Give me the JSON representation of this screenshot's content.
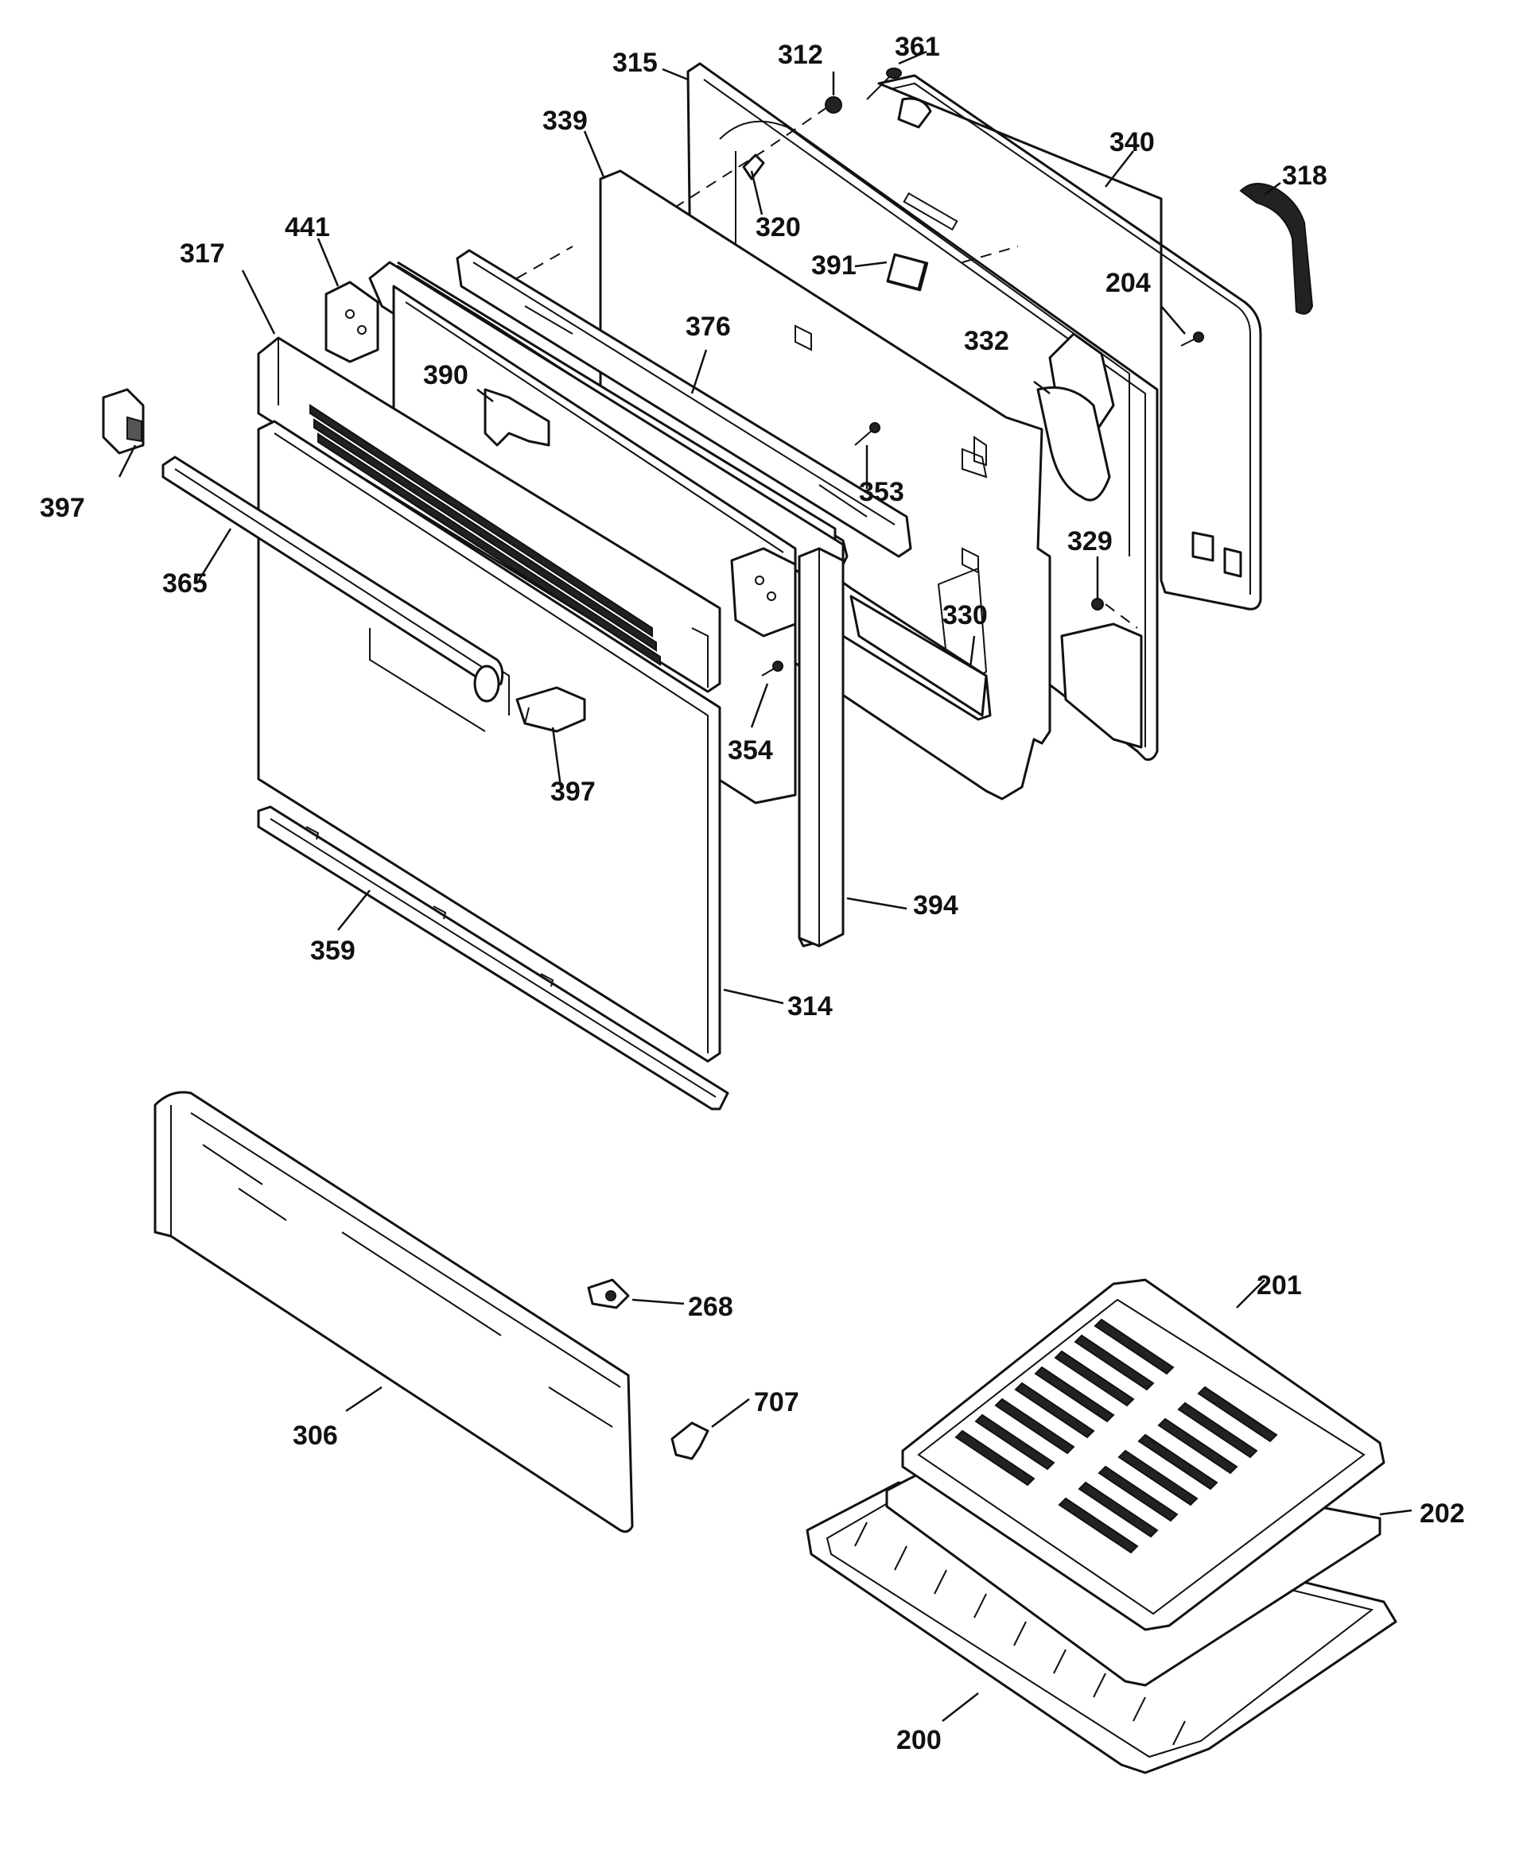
{
  "callouts": [
    {
      "id": "c315",
      "text": "315"
    },
    {
      "id": "c312",
      "text": "312"
    },
    {
      "id": "c361",
      "text": "361"
    },
    {
      "id": "c339",
      "text": "339"
    },
    {
      "id": "c340",
      "text": "340"
    },
    {
      "id": "c318",
      "text": "318"
    },
    {
      "id": "c320",
      "text": "320"
    },
    {
      "id": "c441",
      "text": "441"
    },
    {
      "id": "c317",
      "text": "317"
    },
    {
      "id": "c391",
      "text": "391"
    },
    {
      "id": "c204",
      "text": "204"
    },
    {
      "id": "c376",
      "text": "376"
    },
    {
      "id": "c332",
      "text": "332"
    },
    {
      "id": "c390",
      "text": "390"
    },
    {
      "id": "c397a",
      "text": "397"
    },
    {
      "id": "c353",
      "text": "353"
    },
    {
      "id": "c329",
      "text": "329"
    },
    {
      "id": "c365",
      "text": "365"
    },
    {
      "id": "c330",
      "text": "330"
    },
    {
      "id": "c354",
      "text": "354"
    },
    {
      "id": "c397b",
      "text": "397"
    },
    {
      "id": "c394",
      "text": "394"
    },
    {
      "id": "c359",
      "text": "359"
    },
    {
      "id": "c314",
      "text": "314"
    },
    {
      "id": "c268",
      "text": "268"
    },
    {
      "id": "c201",
      "text": "201"
    },
    {
      "id": "c707",
      "text": "707"
    },
    {
      "id": "c306",
      "text": "306"
    },
    {
      "id": "c202",
      "text": "202"
    },
    {
      "id": "c200",
      "text": "200"
    }
  ]
}
